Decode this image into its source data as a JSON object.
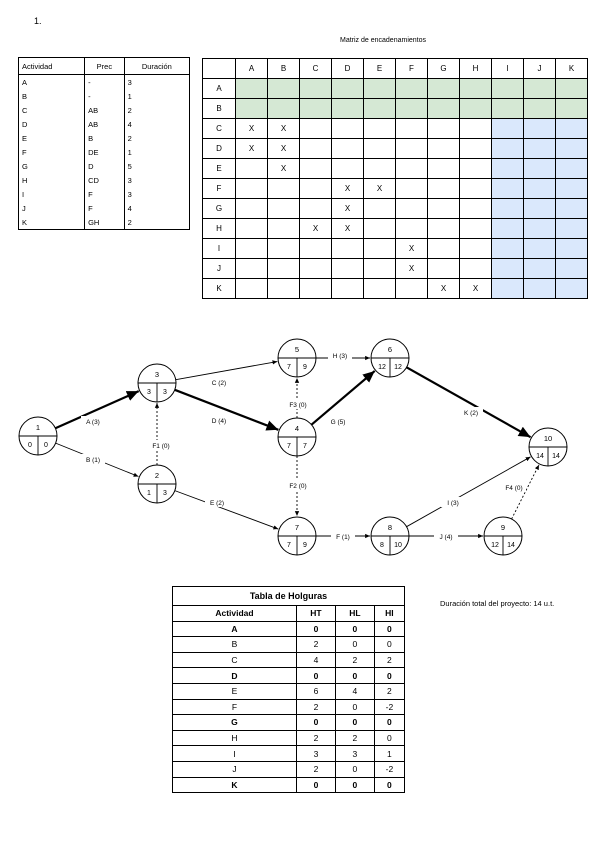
{
  "page_number": "1.",
  "activity_table": {
    "headers": [
      "Actividad",
      "Prec",
      "Duración"
    ],
    "rows": [
      [
        "A",
        "-",
        "3"
      ],
      [
        "B",
        "-",
        "1"
      ],
      [
        "C",
        "AB",
        "2"
      ],
      [
        "D",
        "AB",
        "4"
      ],
      [
        "E",
        "B",
        "2"
      ],
      [
        "F",
        "DE",
        "1"
      ],
      [
        "G",
        "D",
        "5"
      ],
      [
        "H",
        "CD",
        "3"
      ],
      [
        "I",
        "F",
        "3"
      ],
      [
        "J",
        "F",
        "4"
      ],
      [
        "K",
        "GH",
        "2"
      ]
    ]
  },
  "matrix": {
    "title": "Matriz de encadenamientos",
    "columns": [
      "A",
      "B",
      "C",
      "D",
      "E",
      "F",
      "G",
      "H",
      "I",
      "J",
      "K"
    ],
    "rows": [
      {
        "label": "A",
        "marks": []
      },
      {
        "label": "B",
        "marks": []
      },
      {
        "label": "C",
        "marks": [
          "A",
          "B"
        ]
      },
      {
        "label": "D",
        "marks": [
          "A",
          "B"
        ]
      },
      {
        "label": "E",
        "marks": [
          "B"
        ]
      },
      {
        "label": "F",
        "marks": [
          "D",
          "E"
        ]
      },
      {
        "label": "G",
        "marks": [
          "D"
        ]
      },
      {
        "label": "H",
        "marks": [
          "C",
          "D"
        ]
      },
      {
        "label": "I",
        "marks": [
          "F"
        ]
      },
      {
        "label": "J",
        "marks": [
          "F"
        ]
      },
      {
        "label": "K",
        "marks": [
          "G",
          "H"
        ]
      }
    ],
    "mark_symbol": "X",
    "colors": {
      "green": "#d5e8d4",
      "blue": "#dae8fc"
    }
  },
  "network": {
    "nodes": [
      {
        "id": "1",
        "early": "0",
        "late": "0"
      },
      {
        "id": "2",
        "early": "1",
        "late": "3"
      },
      {
        "id": "3",
        "early": "3",
        "late": "3"
      },
      {
        "id": "4",
        "early": "7",
        "late": "7"
      },
      {
        "id": "5",
        "early": "7",
        "late": "9"
      },
      {
        "id": "6",
        "early": "12",
        "late": "12"
      },
      {
        "id": "7",
        "early": "7",
        "late": "9"
      },
      {
        "id": "8",
        "early": "8",
        "late": "10"
      },
      {
        "id": "9",
        "early": "12",
        "late": "14"
      },
      {
        "id": "10",
        "early": "14",
        "late": "14"
      }
    ],
    "edges": [
      {
        "from": "1",
        "to": "3",
        "label": "A (3)",
        "critical": true,
        "dummy": false
      },
      {
        "from": "1",
        "to": "2",
        "label": "B (1)",
        "critical": false,
        "dummy": false
      },
      {
        "from": "2",
        "to": "3",
        "label": "F1 (0)",
        "critical": false,
        "dummy": true
      },
      {
        "from": "3",
        "to": "5",
        "label": "C (2)",
        "critical": false,
        "dummy": false
      },
      {
        "from": "3",
        "to": "4",
        "label": "D (4)",
        "critical": true,
        "dummy": false
      },
      {
        "from": "2",
        "to": "7",
        "label": "E (2)",
        "critical": false,
        "dummy": false
      },
      {
        "from": "4",
        "to": "5",
        "label": "F3 (0)",
        "critical": false,
        "dummy": true
      },
      {
        "from": "4",
        "to": "6",
        "label": "G (5)",
        "critical": true,
        "dummy": false
      },
      {
        "from": "4",
        "to": "7",
        "label": "F2 (0)",
        "critical": false,
        "dummy": true
      },
      {
        "from": "5",
        "to": "6",
        "label": "H (3)",
        "critical": false,
        "dummy": false
      },
      {
        "from": "6",
        "to": "10",
        "label": "K (2)",
        "critical": true,
        "dummy": false
      },
      {
        "from": "7",
        "to": "8",
        "label": "F (1)",
        "critical": false,
        "dummy": false
      },
      {
        "from": "8",
        "to": "10",
        "label": "I (3)",
        "critical": false,
        "dummy": false
      },
      {
        "from": "8",
        "to": "9",
        "label": "J (4)",
        "critical": false,
        "dummy": false
      },
      {
        "from": "9",
        "to": "10",
        "label": "F4 (0)",
        "critical": false,
        "dummy": true
      }
    ]
  },
  "holguras": {
    "caption": "Tabla de Holguras",
    "headers": [
      "Actividad",
      "HT",
      "HL",
      "HI"
    ],
    "rows": [
      {
        "cells": [
          "A",
          "0",
          "0",
          "0"
        ],
        "critical": true
      },
      {
        "cells": [
          "B",
          "2",
          "0",
          "0"
        ],
        "critical": false
      },
      {
        "cells": [
          "C",
          "4",
          "2",
          "2"
        ],
        "critical": false
      },
      {
        "cells": [
          "D",
          "0",
          "0",
          "0"
        ],
        "critical": true
      },
      {
        "cells": [
          "E",
          "6",
          "4",
          "2"
        ],
        "critical": false
      },
      {
        "cells": [
          "F",
          "2",
          "0",
          "-2"
        ],
        "critical": false
      },
      {
        "cells": [
          "G",
          "0",
          "0",
          "0"
        ],
        "critical": true
      },
      {
        "cells": [
          "H",
          "2",
          "2",
          "0"
        ],
        "critical": false
      },
      {
        "cells": [
          "I",
          "3",
          "3",
          "1"
        ],
        "critical": false
      },
      {
        "cells": [
          "J",
          "2",
          "0",
          "-2"
        ],
        "critical": false
      },
      {
        "cells": [
          "K",
          "0",
          "0",
          "0"
        ],
        "critical": true
      }
    ]
  },
  "duration_note": "Duración total del proyecto: 14 u.t."
}
